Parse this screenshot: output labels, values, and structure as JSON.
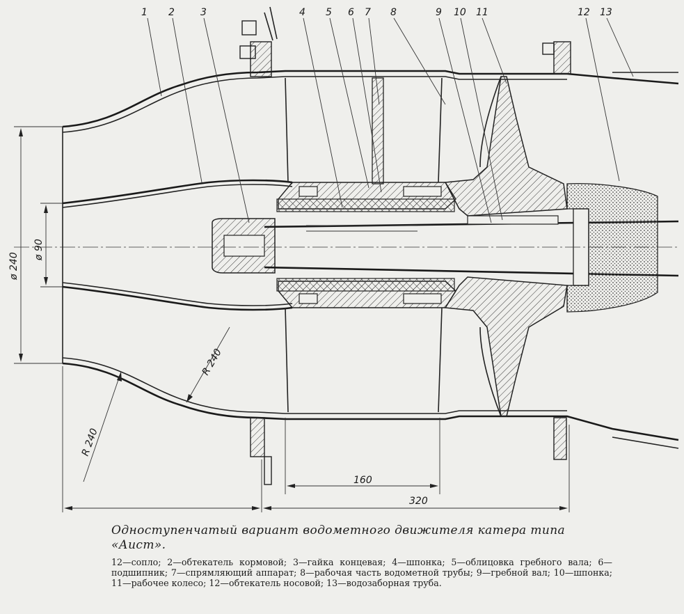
{
  "figure": {
    "part_numbers": [
      "1",
      "2",
      "3",
      "4",
      "5",
      "6",
      "7",
      "8",
      "9",
      "10",
      "11",
      "12",
      "13"
    ],
    "dimensions": {
      "inlet_diameter": "ø 240",
      "shaft_diameter": "ø 90",
      "radius_outer": "R 240",
      "radius_inner": "R 240",
      "length_a": "160",
      "length_b": "320"
    }
  },
  "caption": {
    "title": "Одноступенчатый вариант водометного движителя катера типа «Аист».",
    "legend": "12—сопло; 2—обтекатель кормовой; 3—гайка концевая; 4—шпонка; 5—облицовка гребного вала; 6—подшипник; 7—спрямляющий аппарат; 8—рабочая часть водометной трубы; 9—гребной вал; 10—шпонка; 11—рабочее колесо; 12—обтекатель носовой; 13—водозаборная труба."
  }
}
